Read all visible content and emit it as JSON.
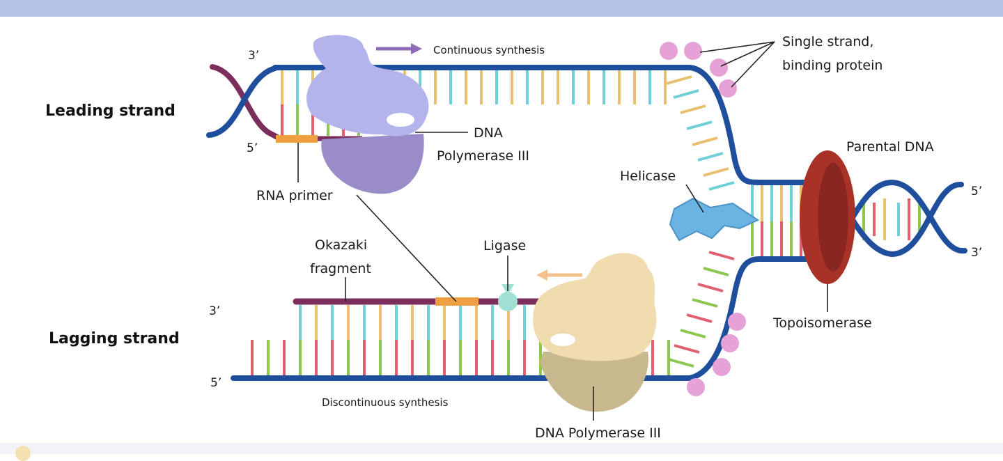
{
  "labels": {
    "leading_strand": "Leading strand",
    "lagging_strand": "Lagging strand",
    "continuous_synthesis": "Continuous synthesis",
    "discontinuous_synthesis": "Discontinuous synthesis",
    "ssb_line1": "Single strand,",
    "ssb_line2": "binding protein",
    "polymerase_top_line1": "DNA",
    "polymerase_top_line2": "Polymerase III",
    "polymerase_bottom": "DNA Polymerase III",
    "rna_primer": "RNA primer",
    "okazaki_line1": "Okazaki",
    "okazaki_line2": "fragment",
    "ligase": "Ligase",
    "helicase": "Helicase",
    "parental_dna": "Parental DNA",
    "topoisomerase": "Topoisomerase",
    "leading_3": "3’",
    "leading_5": "5’",
    "lagging_3": "3’",
    "lagging_5": "5’",
    "parental_5": "5’",
    "parental_3": "3’"
  },
  "colors": {
    "backbone": "#1f4e9c",
    "new_strand": "#7b2d5c",
    "rna_primer": "#f0a040",
    "base_yellow": "#e8c070",
    "base_cyan": "#6fd0d8",
    "base_red": "#e06070",
    "base_green": "#8cc850",
    "polymerase_top": "#b4b4ec",
    "polymerase_bottom": "#f0dcae",
    "helicase": "#6ab4e4",
    "topoisomerase": "#a83228",
    "ssb": "#e6a2d6",
    "ligase": "#a0e0d2",
    "arrow_purple": "#8e6cb8",
    "arrow_orange": "#f4c08e",
    "header_bar": "#b4c2e6"
  },
  "icons": {
    "polymerase": "protein-blob",
    "helicase": "helicase-star",
    "topoisomerase": "ring",
    "ssb": "circle",
    "ligase": "small-protein"
  }
}
